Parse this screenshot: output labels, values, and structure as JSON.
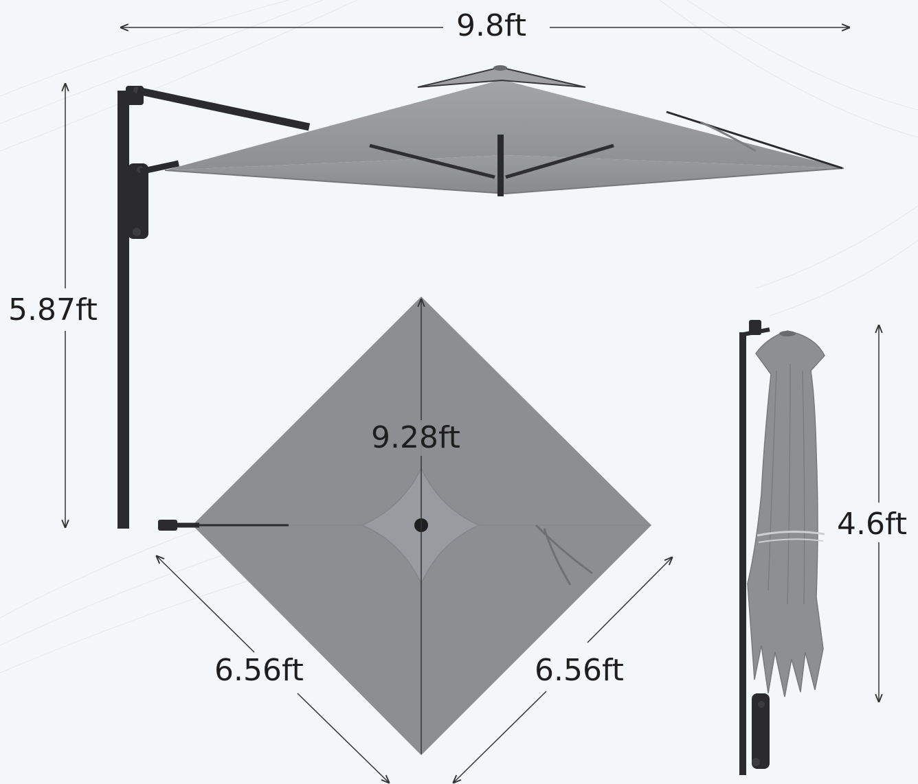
{
  "dimensions": {
    "overall_width": "9.8ft",
    "mount_height": "5.87ft",
    "canopy_diagonal": "9.28ft",
    "canopy_side_left": "6.56ft",
    "canopy_side_right": "6.56ft",
    "folded_height": "4.6ft"
  },
  "colors": {
    "background": "#f4f7f9",
    "canopy": "#8d8e92",
    "canopy_light": "#9a9b9f",
    "canopy_dark": "#7b7c80",
    "frame": "#2b2b2d",
    "dimension_line": "#333333",
    "label": "#1e1e1e"
  }
}
